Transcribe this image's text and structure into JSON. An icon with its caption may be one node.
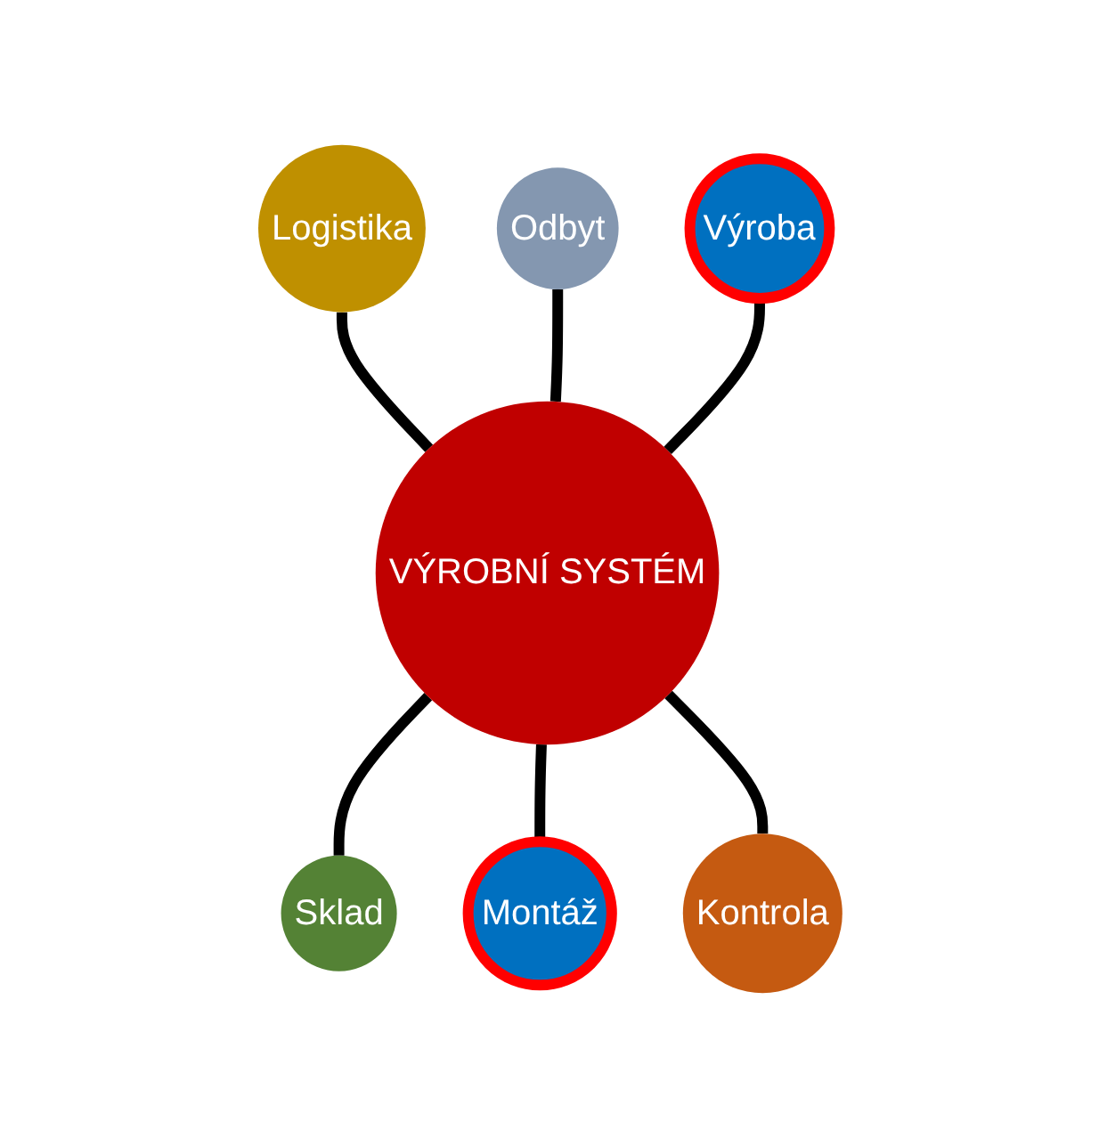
{
  "diagram": {
    "nodes": [
      {
        "text": [
          "VÝROBNÍ SYSTÉM"
        ]
      },
      {
        "text": [
          "Logistika"
        ]
      },
      {
        "text": [
          "Odbyt"
        ]
      },
      {
        "text": [
          "Výroba"
        ]
      },
      {
        "text": [
          "Sklad"
        ]
      },
      {
        "text": [
          "Montáž"
        ]
      },
      {
        "text": [
          "Kontrola"
        ]
      }
    ],
    "edges": [
      {
        "from": 1,
        "to": 0,
        "arrow": "none"
      },
      {
        "from": 2,
        "to": 0,
        "arrow": "none"
      },
      {
        "from": 3,
        "to": 0,
        "arrow": "none"
      },
      {
        "from": 0,
        "to": 4,
        "arrow": "none"
      },
      {
        "from": 0,
        "to": 5,
        "arrow": "none"
      },
      {
        "from": 0,
        "to": 6,
        "arrow": "none"
      }
    ]
  }
}
